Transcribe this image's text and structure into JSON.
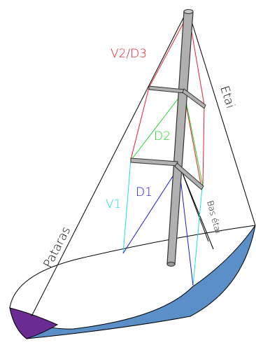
{
  "labels": {
    "v2d3": "V2/D3",
    "etai": "Etai",
    "d2": "D2",
    "v1": "V1",
    "d1": "D1",
    "pataras": "Pataras",
    "bas_etai": "Bas étai"
  },
  "colors": {
    "v2d3": "#e8202a",
    "d2": "#22d32a",
    "v1": "#22dede",
    "d1": "#1a1ad0",
    "rig": "#000000",
    "hull_blue": "#5b8fc7",
    "hull_purple": "#6a2b93",
    "mast": "#b0b0b0"
  }
}
